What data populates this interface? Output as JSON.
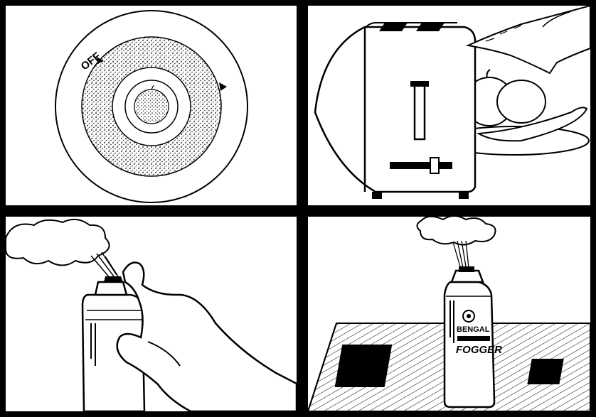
{
  "panels": [
    {
      "scene": "timer-dial",
      "dial_label": "OFF"
    },
    {
      "scene": "toaster-with-fruit"
    },
    {
      "scene": "hand-pressing-spray-can"
    },
    {
      "scene": "fogger-can-on-floor",
      "brand_name": "BENGAL",
      "product_name": "FOGGER"
    }
  ],
  "colors": {
    "ink": "#000000",
    "paper": "#ffffff"
  }
}
